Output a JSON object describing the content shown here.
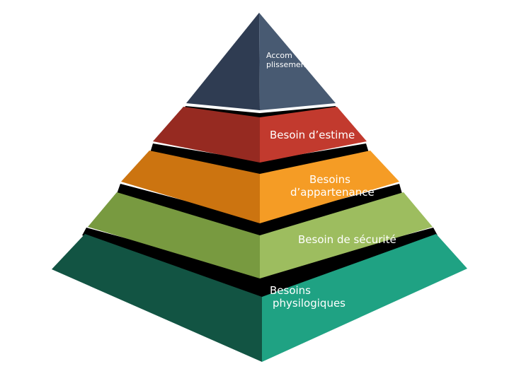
{
  "pyramid": {
    "levels": [
      {
        "id": "accomplissement",
        "lines": [
          "Accom",
          "plissement"
        ],
        "left_color": "#2f3c52",
        "right_color": "#485a72"
      },
      {
        "id": "estime",
        "lines": [
          "Besoin d’estime"
        ],
        "left_color": "#962a21",
        "right_color": "#c23a2e"
      },
      {
        "id": "appartenance",
        "lines": [
          "Besoins",
          "d’appartenance"
        ],
        "left_color": "#cc7410",
        "right_color": "#f59c25"
      },
      {
        "id": "securite",
        "lines": [
          "Besoin de sécurité"
        ],
        "left_color": "#789a40",
        "right_color": "#9dbd5f"
      },
      {
        "id": "physiologiques",
        "lines": [
          "Besoins",
          "physilogiques"
        ],
        "left_color": "#125443",
        "right_color": "#1fa283"
      }
    ],
    "separator_color": "#000000"
  }
}
